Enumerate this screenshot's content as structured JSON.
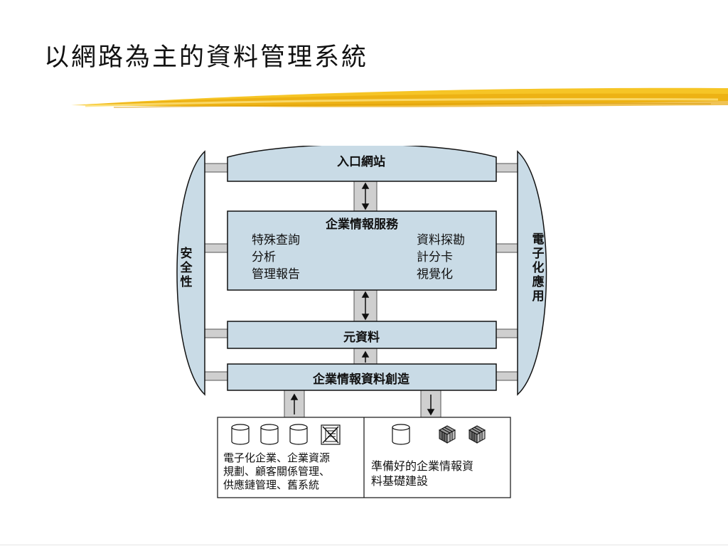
{
  "slide": {
    "title": "以網路為主的資料管理系統"
  },
  "diagram": {
    "portal": "入口網站",
    "bi_services": {
      "title": "企業情報服務",
      "left": [
        "特殊查詢",
        "分析",
        "管理報告"
      ],
      "right": [
        "資料探勘",
        "計分卡",
        "視覺化"
      ]
    },
    "metadata": "元資料",
    "bi_creation": "企業情報資料創造",
    "security_chars": [
      "安",
      "全",
      "性"
    ],
    "ebusiness_chars": [
      "電",
      "子",
      "化",
      "應",
      "用"
    ],
    "sources_lines": [
      "電子化企業、企業資源",
      "規劃、顧客關係管理、",
      "供應鏈管理、舊系統"
    ],
    "infra_lines": [
      "準備好的企業情報資",
      "料基礎建設"
    ]
  },
  "colors": {
    "box_fill": "#c9dbe6",
    "stroke": "#111111",
    "connector": "#cfcfcf",
    "accent_stroke": "#f2b90f"
  }
}
